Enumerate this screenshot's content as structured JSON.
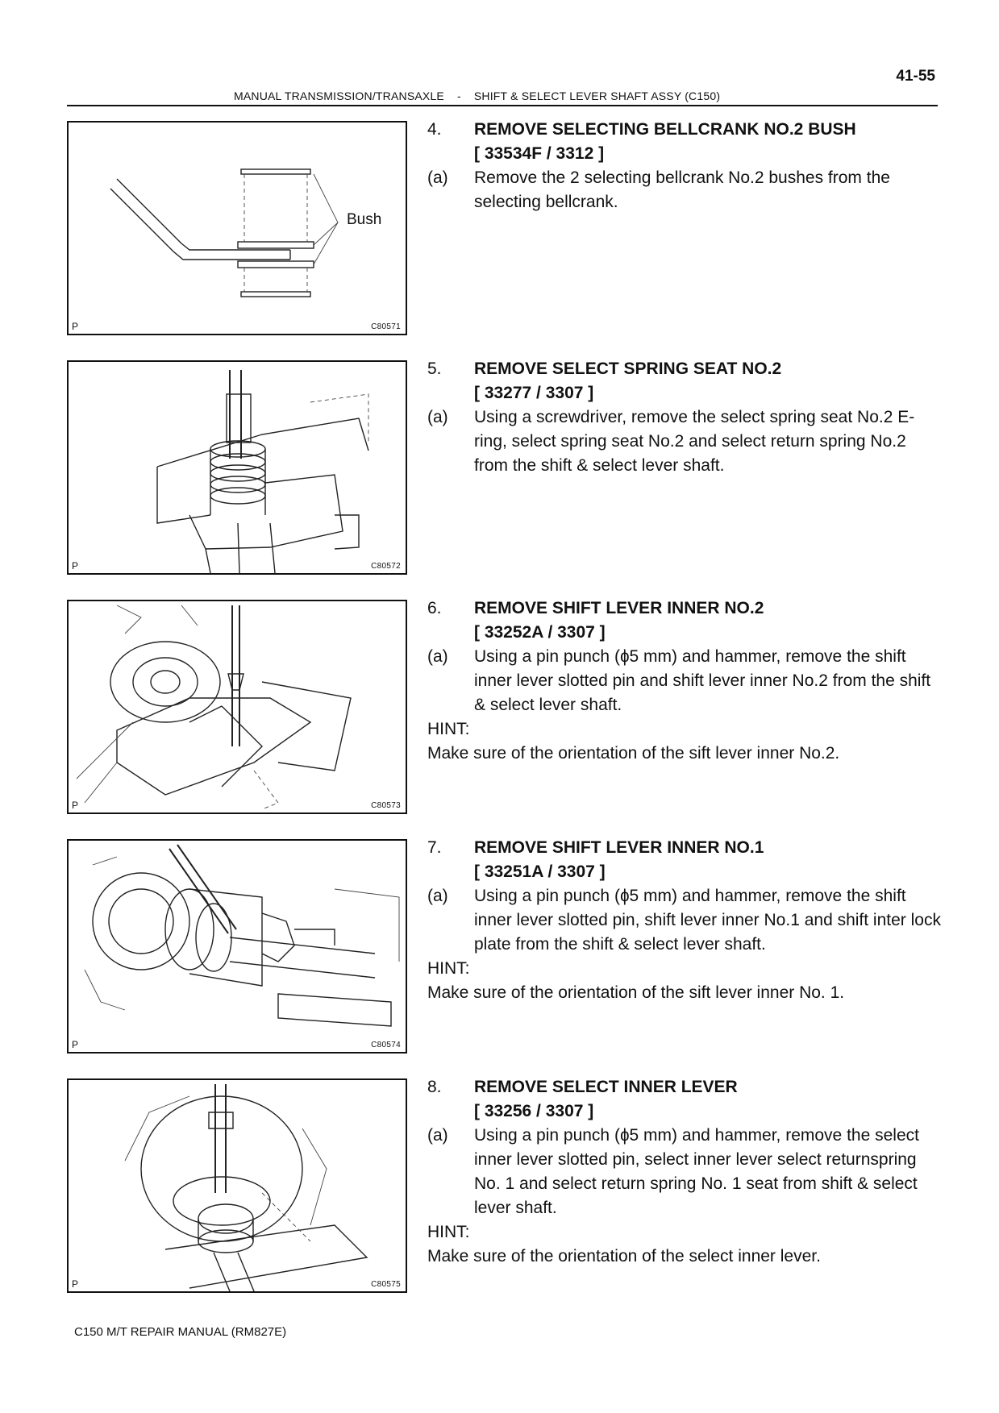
{
  "header": {
    "page_number": "41-55",
    "section": "MANUAL TRANSMISSION/TRANSAXLE",
    "separator": "-",
    "subsection": "SHIFT & SELECT LEVER SHAFT ASSY (C150)"
  },
  "steps": [
    {
      "number": "4.",
      "title": "REMOVE SELECTING BELLCRANK NO.2 BUSH",
      "code": "[ 33534F / 3312 ]",
      "substeps": [
        {
          "label": "(a)",
          "text": "Remove the 2 selecting bellcrank No.2 bushes from the selecting bellcrank."
        }
      ],
      "hint_label": "",
      "hint": "",
      "figure": {
        "corner": "P",
        "id": "C80571",
        "callout": "Bush"
      }
    },
    {
      "number": "5.",
      "title": "REMOVE SELECT SPRING SEAT NO.2",
      "code": "[ 33277 / 3307 ]",
      "substeps": [
        {
          "label": "(a)",
          "text": "Using a screwdriver, remove the select spring seat No.2 E-ring, select spring seat No.2 and select return spring No.2 from the shift & select lever shaft."
        }
      ],
      "hint_label": "",
      "hint": "",
      "figure": {
        "corner": "P",
        "id": "C80572",
        "callout": ""
      }
    },
    {
      "number": "6.",
      "title": "REMOVE SHIFT LEVER INNER NO.2",
      "code": "[ 33252A / 3307 ]",
      "substeps": [
        {
          "label": "(a)",
          "text": "Using a pin punch (ɸ5 mm) and hammer, remove the shift inner lever slotted pin and shift lever inner No.2 from the shift & select lever shaft."
        }
      ],
      "hint_label": "HINT:",
      "hint": "Make sure of the orientation of the sift lever inner No.2.",
      "figure": {
        "corner": "P",
        "id": "C80573",
        "callout": ""
      }
    },
    {
      "number": "7.",
      "title": "REMOVE SHIFT LEVER INNER NO.1",
      "code": "[ 33251A / 3307 ]",
      "substeps": [
        {
          "label": "(a)",
          "text": "Using a pin punch (ɸ5 mm) and hammer, remove the shift inner lever slotted pin, shift lever inner No.1 and shift inter lock plate from the shift & select lever shaft."
        }
      ],
      "hint_label": "HINT:",
      "hint": "Make sure of the orientation of the sift lever inner No. 1.",
      "figure": {
        "corner": "P",
        "id": "C80574",
        "callout": ""
      }
    },
    {
      "number": "8.",
      "title": "REMOVE SELECT INNER LEVER",
      "code": "[ 33256 / 3307 ]",
      "substeps": [
        {
          "label": "(a)",
          "text": "Using a pin punch (ɸ5 mm) and hammer, remove the select inner lever slotted pin, select inner lever select returnspring No. 1 and select return spring No. 1 seat from shift & select lever shaft."
        }
      ],
      "hint_label": "HINT:",
      "hint": "Make sure of the orientation of the select inner lever.",
      "figure": {
        "corner": "P",
        "id": "C80575",
        "callout": ""
      }
    }
  ],
  "footer": "C150 M/T REPAIR MANUAL   (RM827E)"
}
